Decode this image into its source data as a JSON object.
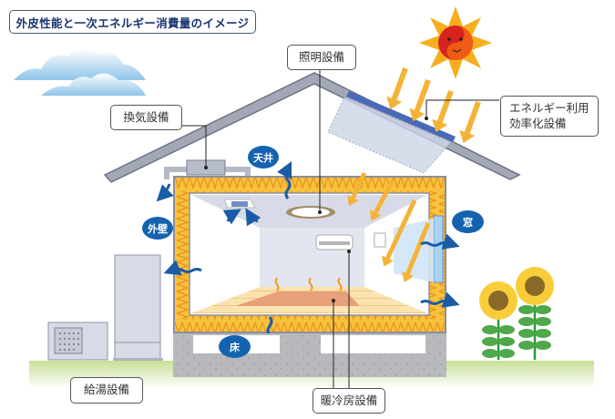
{
  "title": "外皮性能と一次エネルギー消費量のイメージ",
  "callouts": {
    "lighting": "照明設備",
    "ventilation": "換気設備",
    "energy_efficiency": [
      "エネルギー利用",
      "効率化設備"
    ],
    "water_heating": "給湯設備",
    "heating_cooling": "暖冷房設備"
  },
  "badges": {
    "ceiling": "天井",
    "outer_wall": "外壁",
    "window": "窓",
    "floor": "床"
  },
  "colors": {
    "title_text": "#1a3470",
    "badge_blue": "#1563b0",
    "insulation": "#f5b731",
    "roof": "#9aa0b0",
    "solar_panel": "#4a6ab8",
    "sun_arrow": "#f5b336",
    "heat_arrow": "#1a5ca8",
    "grass": "#cfe3a3",
    "floor_heater": "#e8a07a"
  }
}
